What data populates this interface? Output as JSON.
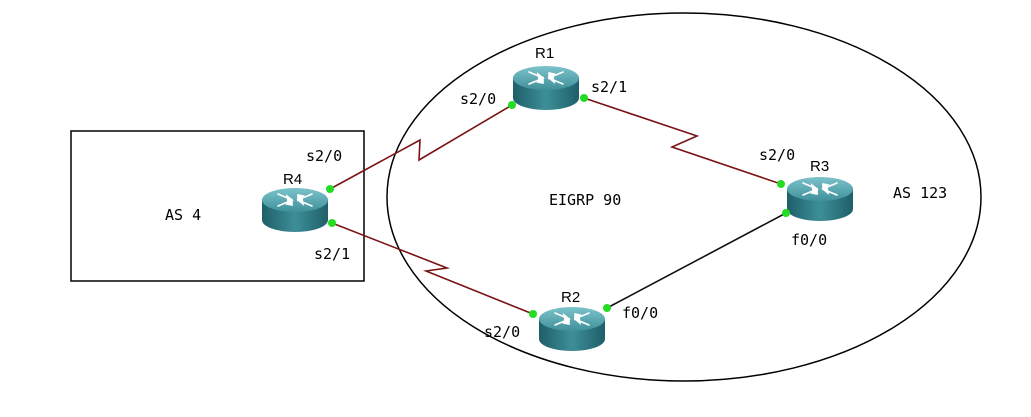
{
  "colors": {
    "serial_link": "#7a1414",
    "ethernet_link": "#111111",
    "port_dot": "#22dd22",
    "router_top": "#4fa3ad",
    "router_body": "#2f7f8a",
    "router_dark": "#1f5f68",
    "outline": "#000000"
  },
  "areas": {
    "as4_label": "AS 4",
    "as123_label": "AS 123",
    "eigrp_label": "EIGRP 90"
  },
  "routers": {
    "r1": {
      "name": "R1",
      "icon": "router-icon"
    },
    "r2": {
      "name": "R2",
      "icon": "router-icon"
    },
    "r3": {
      "name": "R3",
      "icon": "router-icon"
    },
    "r4": {
      "name": "R4",
      "icon": "router-icon"
    }
  },
  "interfaces": {
    "r1_s20": "s2/0",
    "r1_s21": "s2/1",
    "r3_s20": "s2/0",
    "r3_f00": "f0/0",
    "r2_s20": "s2/0",
    "r2_f00": "f0/0",
    "r4_s20": "s2/0",
    "r4_s21": "s2/1"
  },
  "links": [
    {
      "from": "R4 s2/0",
      "to": "R1 s2/0",
      "type": "serial"
    },
    {
      "from": "R1 s2/1",
      "to": "R3 s2/0",
      "type": "serial"
    },
    {
      "from": "R4 s2/1",
      "to": "R2 s2/0",
      "type": "serial"
    },
    {
      "from": "R2 f0/0",
      "to": "R3 f0/0",
      "type": "ethernet"
    }
  ]
}
